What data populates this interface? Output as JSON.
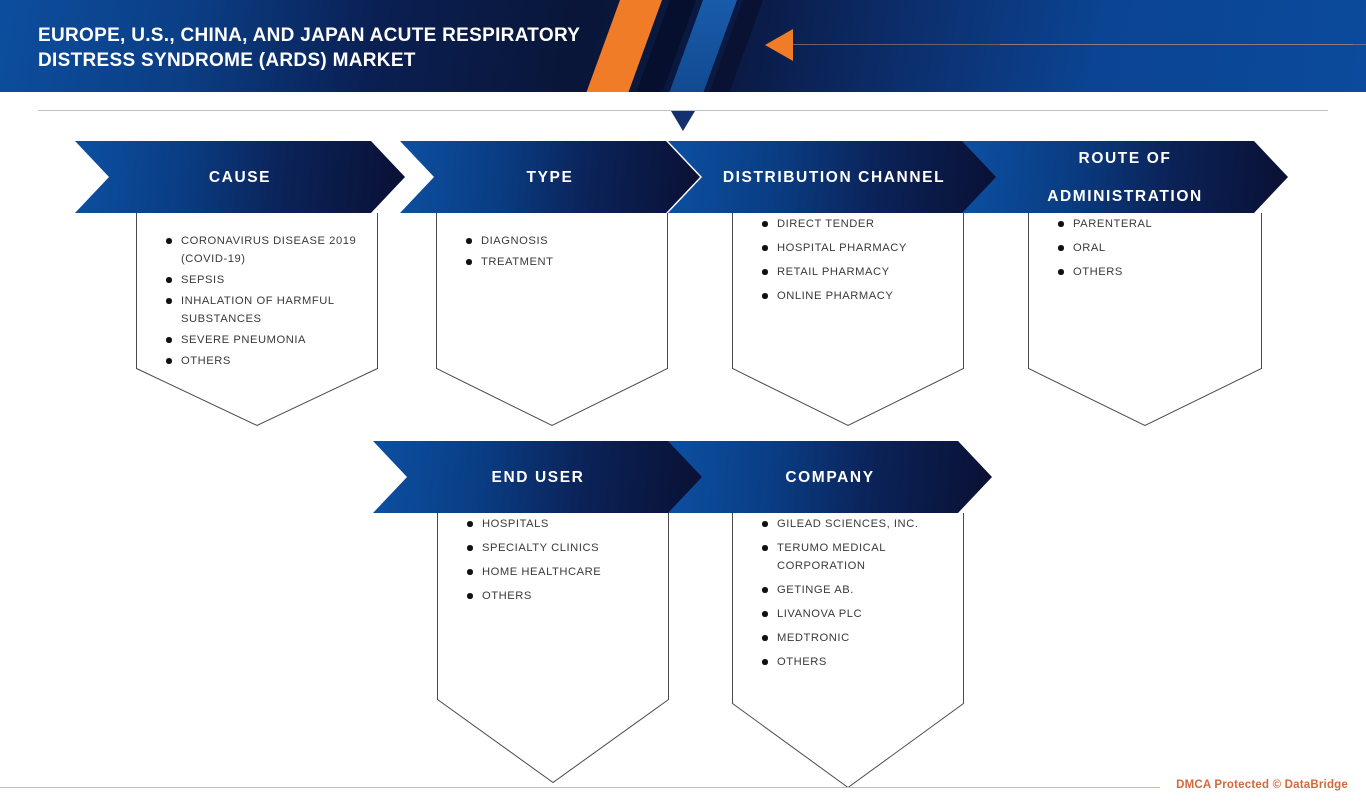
{
  "header": {
    "title_lines": [
      "EUROPE, U.S., CHINA, AND JAPAN ACUTE RESPIRATORY",
      "DISTRESS SYNDROME (ARDS) MARKET"
    ],
    "accent_orange": "#f07c28",
    "brand_blue": "#0c50a2",
    "brand_navy": "#0a1033"
  },
  "sections": [
    {
      "id": "cause",
      "label": "CAUSE",
      "items": [
        "CORONAVIRUS DISEASE 2019 (COVID-19)",
        "SEPSIS",
        "INHALATION OF HARMFUL SUBSTANCES",
        "SEVERE PNEUMONIA",
        "OTHERS"
      ]
    },
    {
      "id": "type",
      "label": "TYPE",
      "items": [
        "DIAGNOSIS",
        "TREATMENT"
      ]
    },
    {
      "id": "distribution-channel",
      "label": "DISTRIBUTION CHANNEL",
      "items": [
        "DIRECT TENDER",
        "HOSPITAL PHARMACY",
        "RETAIL PHARMACY",
        "ONLINE PHARMACY"
      ]
    },
    {
      "id": "route-of-administration",
      "label_lines": [
        "ROUTE OF",
        "ADMINISTRATION"
      ],
      "label": "ROUTE OF ADMINISTRATION",
      "items": [
        "PARENTERAL",
        "ORAL",
        "OTHERS"
      ]
    },
    {
      "id": "end-user",
      "label": "END USER",
      "items": [
        "HOSPITALS",
        "SPECIALTY CLINICS",
        "HOME HEALTHCARE",
        "OTHERS"
      ]
    },
    {
      "id": "company",
      "label": "COMPANY",
      "items": [
        "GILEAD SCIENCES, INC.",
        "TERUMO MEDICAL CORPORATION",
        "GETINGE AB.",
        "LIVANOVA PLC",
        "MEDTRONIC",
        "OTHERS"
      ]
    }
  ],
  "footer": {
    "text": "DMCA Protected © DataBridge",
    "color": "#d2693a"
  }
}
